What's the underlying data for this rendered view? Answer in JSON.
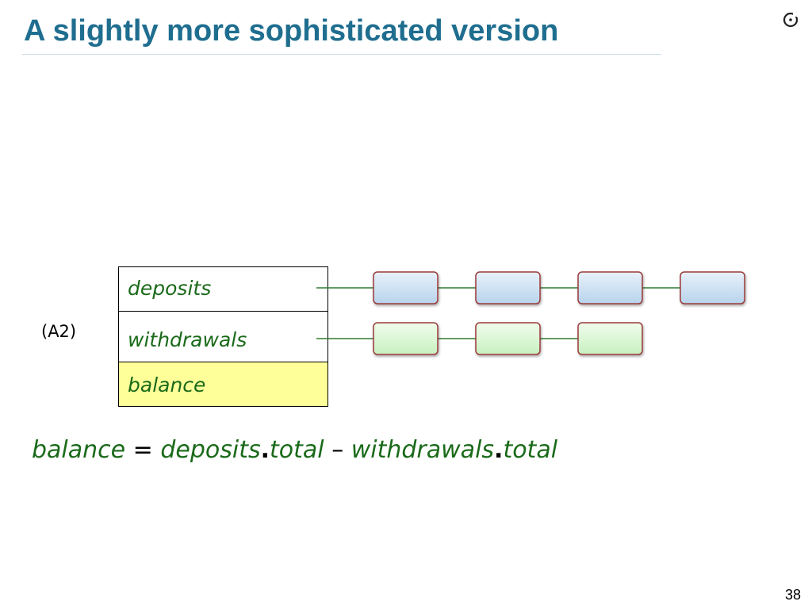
{
  "slide": {
    "title": "A slightly more sophisticated version",
    "page_number": "38"
  },
  "diagram": {
    "tag": "(A2)",
    "fields": {
      "deposits": "deposits",
      "withdrawals": "withdrawals",
      "balance": "balance"
    },
    "deposit_cell_count": 4,
    "withdrawal_cell_count": 3,
    "colors": {
      "title": "#1f6e8f",
      "field_text": "#1a6a1a",
      "balance_fill": "#ffff99",
      "deposit_cell": "#cfe2f3",
      "withdrawal_cell": "#d9f7d3",
      "cell_border": "#9a3a3a",
      "connector": "#2e7d32"
    }
  },
  "formula": {
    "lhs": "balance",
    "equals": "=",
    "term1_object": "deposits",
    "term1_dot": ".",
    "term1_feature": "total",
    "minus": "–",
    "term2_object": "withdrawals",
    "term2_dot": ".",
    "term2_feature": "total"
  }
}
